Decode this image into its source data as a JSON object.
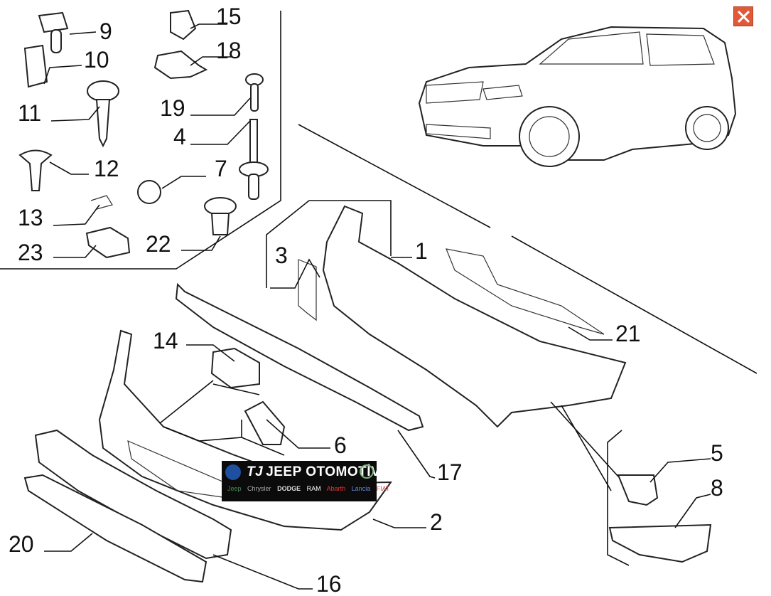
{
  "diagram": {
    "labels": {
      "p1": "1",
      "p2": "2",
      "p3": "3",
      "p4": "4",
      "p5": "5",
      "p6": "6",
      "p7": "7",
      "p8": "8",
      "p9": "9",
      "p10": "10",
      "p11": "11",
      "p12": "12",
      "p13": "13",
      "p14": "14",
      "p15": "15",
      "p16": "16",
      "p17": "17",
      "p18": "18",
      "p19": "19",
      "p20": "20",
      "p21": "21",
      "p22": "22",
      "p23": "23"
    }
  },
  "watermark": {
    "brand_prefix": "TJ",
    "brand_name": "JEEP OTOMOTİV",
    "sub_brands": [
      "Jeep",
      "Chrysler",
      "DODGE",
      "RAM",
      "Abarth",
      "Lancia",
      "FIAT"
    ]
  },
  "close_button": {
    "icon": "close-icon",
    "color": "#e05a3a"
  }
}
